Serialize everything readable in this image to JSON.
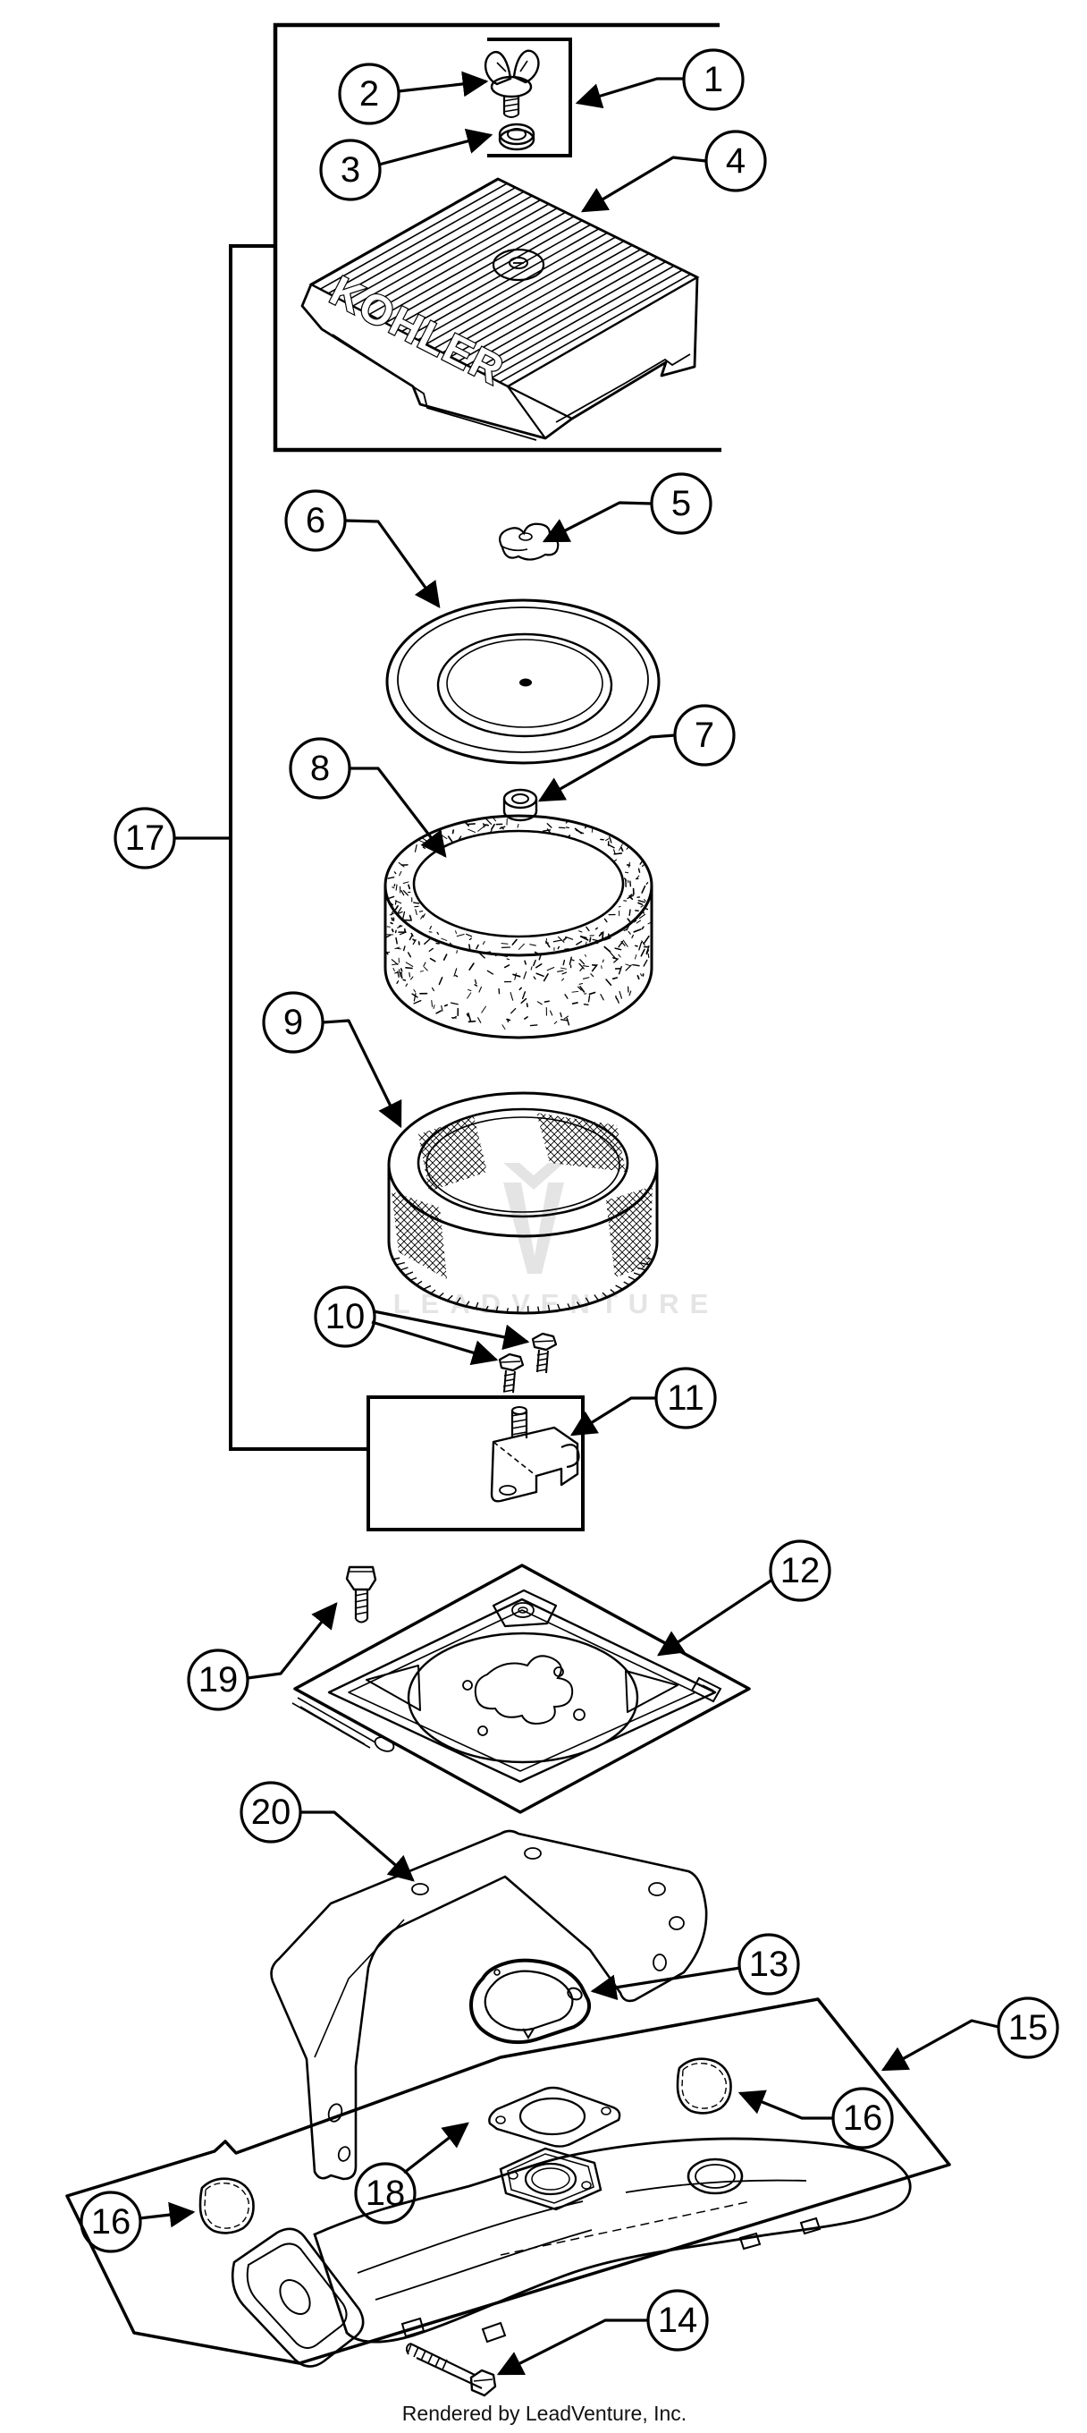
{
  "page": {
    "background": "#ffffff",
    "line_color": "#000000"
  },
  "diagram": {
    "brand_logo_text": "KOHLER",
    "watermark": {
      "text": "LEADVENTURE",
      "color": "#e4e4e4"
    },
    "footer_text": "Rendered by LeadVenture, Inc.",
    "callouts": {
      "c1": "1",
      "c2": "2",
      "c3": "3",
      "c4": "4",
      "c5": "5",
      "c6": "6",
      "c7": "7",
      "c8": "8",
      "c9": "9",
      "c10": "10",
      "c11": "11",
      "c12": "12",
      "c13": "13",
      "c14": "14",
      "c15": "15",
      "c16a": "16",
      "c16b": "16",
      "c17": "17",
      "c18": "18",
      "c19": "19",
      "c20": "20"
    }
  }
}
